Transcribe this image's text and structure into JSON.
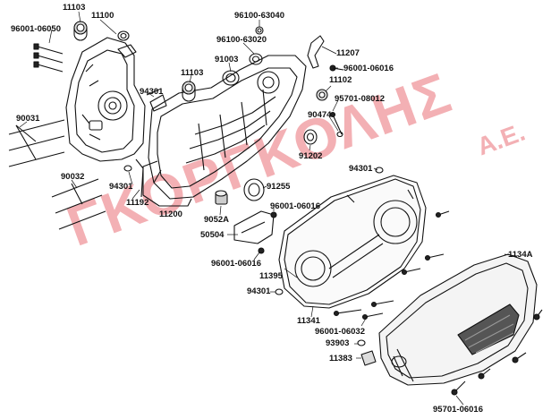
{
  "watermark": {
    "main": "ΓΚΟΡΓΚΟΛΗΣ",
    "suffix": "Α.Ε."
  },
  "labels": {
    "p11103a": "11103",
    "p11100": "11100",
    "p96001_06050": "96001-06050",
    "p96100_63040": "96100-63040",
    "p96100_63020": "96100-63020",
    "p11207": "11207",
    "p96001_06016a": "96001-06016",
    "p91003": "91003",
    "p11103b": "11103",
    "p11102": "11102",
    "p94301a": "94301",
    "p95701_08012": "95701-08012",
    "p90031": "90031",
    "p90474": "90474",
    "p11192": "11192",
    "p91202": "91202",
    "p90032": "90032",
    "p94301b": "94301",
    "p94301c": "94301",
    "p91255": "91255",
    "p11200": "11200",
    "p96001_06016b": "96001-06016",
    "p9052A": "9052A",
    "p50504": "50504",
    "p96001_06016c": "96001-06016",
    "p11395": "11395",
    "p1134A": "1134A",
    "p94301d": "94301",
    "p11341": "11341",
    "p96001_06032": "96001-06032",
    "p93903": "93903",
    "p11383": "11383",
    "p95701_06016": "95701-06016"
  }
}
